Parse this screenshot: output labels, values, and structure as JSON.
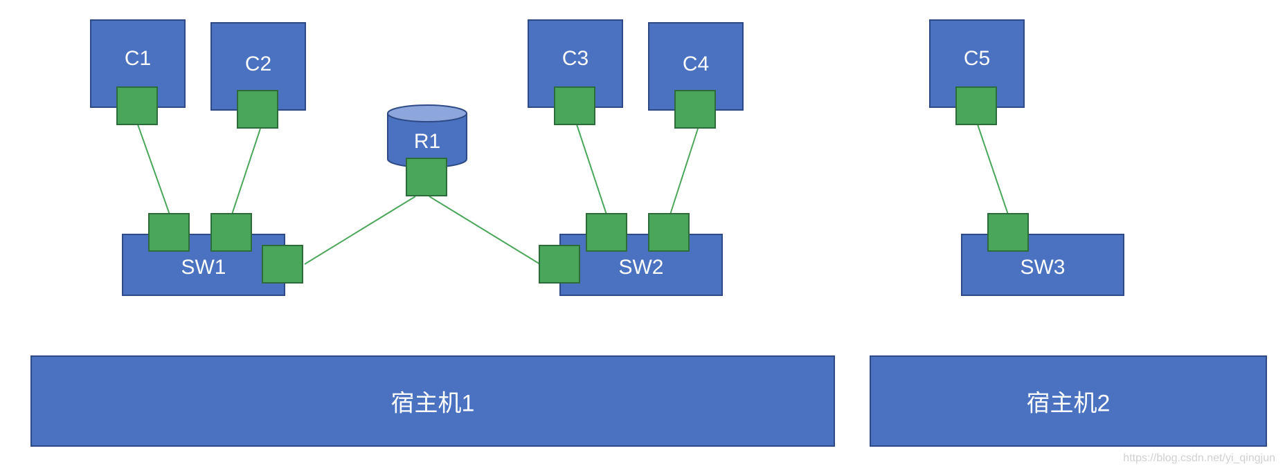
{
  "colors": {
    "node_fill": "#4a72c0",
    "node_border": "#2e4a86",
    "port_fill": "#4aa65a",
    "port_border": "#2d6b3a",
    "link": "#4aa65a"
  },
  "containers": {
    "c1": "C1",
    "c2": "C2",
    "c3": "C3",
    "c4": "C4",
    "c5": "C5"
  },
  "router": {
    "r1": "R1"
  },
  "switches": {
    "sw1": "SW1",
    "sw2": "SW2",
    "sw3": "SW3"
  },
  "hosts": {
    "host1": "宿主机1",
    "host2": "宿主机2"
  },
  "watermark": "https://blog.csdn.net/yi_qingjun"
}
